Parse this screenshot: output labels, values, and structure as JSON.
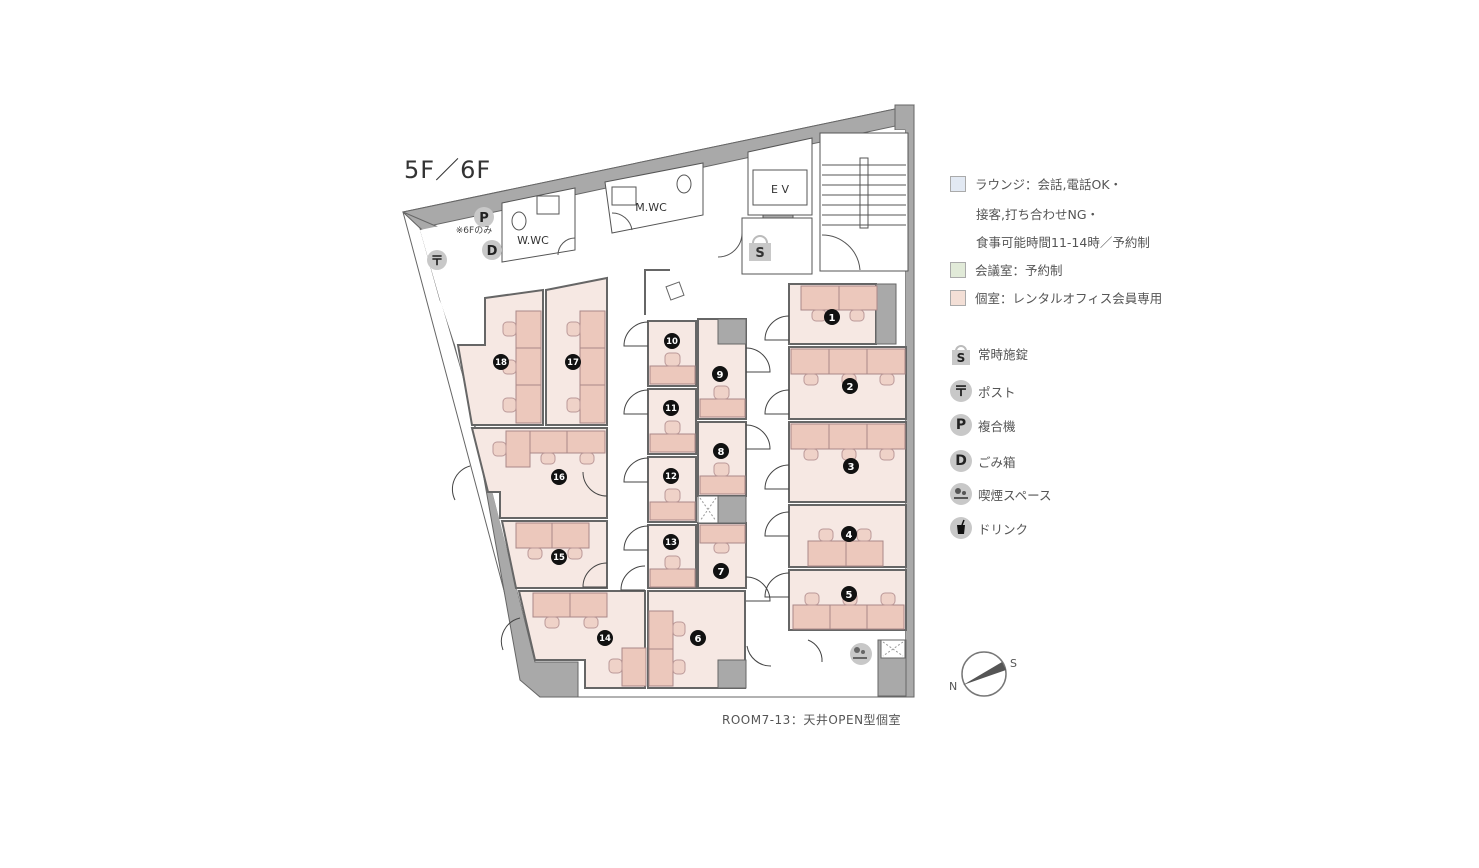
{
  "header": {
    "floor_title": "5F／6F"
  },
  "plan": {
    "labels": {
      "w_wc": "W.WC",
      "m_wc": "M.WC",
      "ev": "E V",
      "six_f_only": "※6Fのみ"
    },
    "rooms": [
      "1",
      "2",
      "3",
      "4",
      "5",
      "6",
      "7",
      "8",
      "9",
      "10",
      "11",
      "12",
      "13",
      "14",
      "15",
      "16",
      "17",
      "18"
    ],
    "colors": {
      "wall": "#a9a9a9",
      "private_room": "#f6e8e3",
      "desk": "#ecc8bc",
      "outline": "#555555",
      "marker": "#111111"
    }
  },
  "legend": {
    "areas": [
      {
        "label": "ラウンジ：会話,電話OK・",
        "color": "#e2e9f3"
      },
      {
        "label": "接客,打ち合わせNG・",
        "color": null
      },
      {
        "label": "食事可能時間11-14時／予約制",
        "color": null
      },
      {
        "label": "会議室：予約制",
        "color": "#e1ead8"
      },
      {
        "label": "個室：レンタルオフィス会員専用",
        "color": "#f3dfd6"
      }
    ],
    "icons": [
      {
        "icon": "lock-s-icon",
        "glyph": "S",
        "label": "常時施錠"
      },
      {
        "icon": "post-icon",
        "glyph": "〒",
        "label": "ポスト"
      },
      {
        "icon": "printer-p-icon",
        "glyph": "P",
        "label": "複合機"
      },
      {
        "icon": "trash-d-icon",
        "glyph": "D",
        "label": "ごみ箱"
      },
      {
        "icon": "smoking-icon",
        "glyph": "",
        "label": "喫煙スペース"
      },
      {
        "icon": "drink-icon",
        "glyph": "",
        "label": "ドリンク"
      }
    ]
  },
  "compass": {
    "north": "N",
    "south": "S"
  },
  "footer": {
    "note": "ROOM7-13：天井OPEN型個室"
  }
}
